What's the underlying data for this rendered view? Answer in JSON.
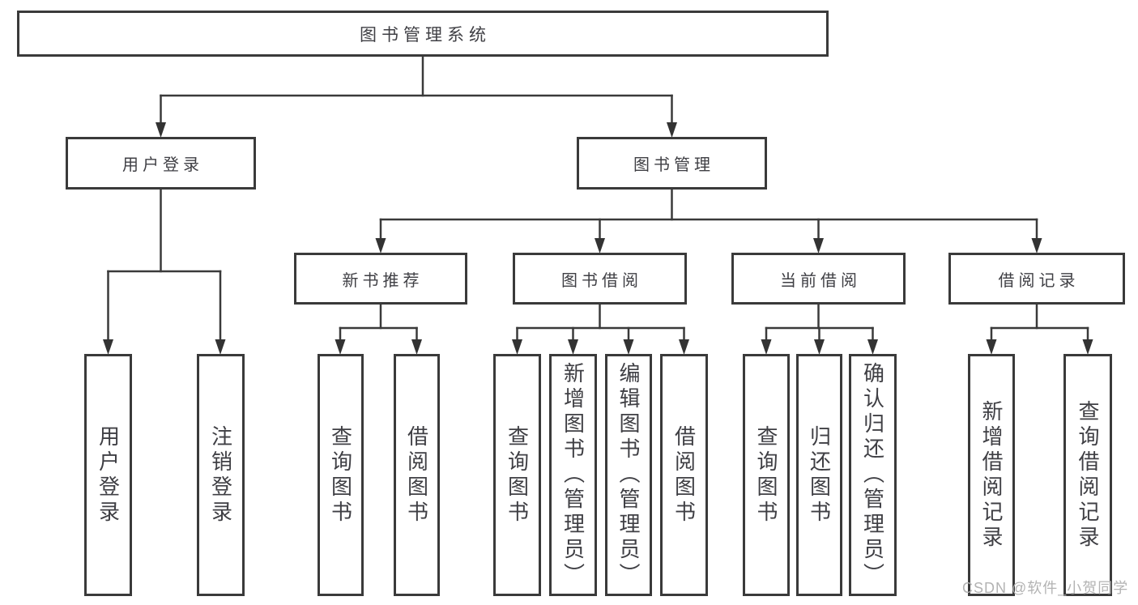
{
  "diagram": {
    "title": "图书管理系统",
    "nodes": {
      "root": {
        "label": "图书管理系统"
      },
      "userLogin": {
        "label": "用户登录"
      },
      "bookManagement": {
        "label": "图书管理"
      },
      "newBookRecommend": {
        "label": "新书推荐"
      },
      "bookBorrow": {
        "label": "图书借阅"
      },
      "currentBorrow": {
        "label": "当前借阅"
      },
      "borrowRecords": {
        "label": "借阅记录"
      }
    },
    "leaves": [
      {
        "label": "用户登录",
        "parent": "用户登录"
      },
      {
        "label": "注销登录",
        "parent": "用户登录"
      },
      {
        "label": "查询图书",
        "parent": "新书推荐"
      },
      {
        "label": "借阅图书",
        "parent": "新书推荐"
      },
      {
        "label": "查询图书",
        "parent": "图书借阅"
      },
      {
        "label": "新增图书（管理员）",
        "parent": "图书借阅"
      },
      {
        "label": "编辑图书（管理员）",
        "parent": "图书借阅"
      },
      {
        "label": "借阅图书",
        "parent": "图书借阅"
      },
      {
        "label": "查询图书",
        "parent": "当前借阅"
      },
      {
        "label": "归还图书",
        "parent": "当前借阅"
      },
      {
        "label": "确认归还（管理员）",
        "parent": "当前借阅"
      },
      {
        "label": "新增借阅记录",
        "parent": "借阅记录"
      },
      {
        "label": "查询借阅记录",
        "parent": "借阅记录"
      }
    ]
  },
  "watermark": {
    "text": "CSDN @软件_小贺同学"
  },
  "colors": {
    "line": "#3a3a3a",
    "arrow": "#333333",
    "text": "#3f3f44",
    "watermark": "#b3b3b3",
    "background": "#ffffff"
  }
}
